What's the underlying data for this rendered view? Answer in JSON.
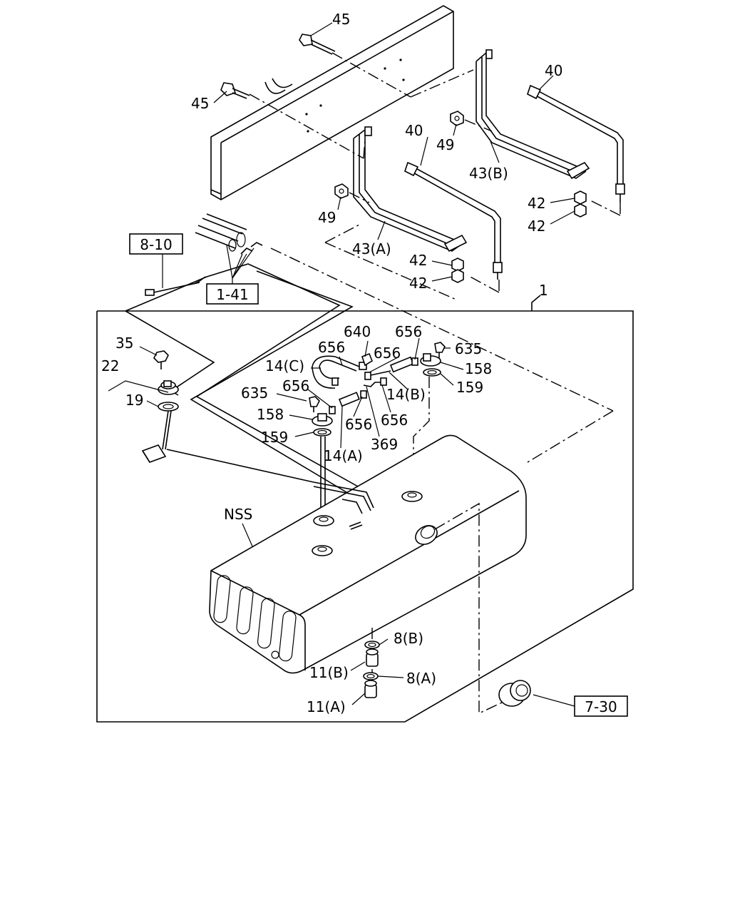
{
  "labels": {
    "p45a": "45",
    "p45b": "45",
    "p40a": "40",
    "p40b": "40",
    "p49a": "49",
    "p49b": "49",
    "p43b": "43(B)",
    "p43a": "43(A)",
    "p42a": "42",
    "p42b": "42",
    "p42c": "42",
    "p42d": "42",
    "p1": "1",
    "p35": "35",
    "p22": "22",
    "p19": "19",
    "p640": "640",
    "p656a": "656",
    "p656b": "656",
    "p656c": "656",
    "p656d": "656",
    "p656e": "656",
    "p656f": "656",
    "p14c": "14(C)",
    "p14b": "14(B)",
    "p14a": "14(A)",
    "p635a": "635",
    "p635b": "635",
    "p158a": "158",
    "p158b": "158",
    "p159a": "159",
    "p159b": "159",
    "p369": "369",
    "nss": "NSS",
    "p8b": "8(B)",
    "p8a": "8(A)",
    "p11b": "11(B)",
    "p11a": "11(A)"
  },
  "refs": {
    "r810": "8-10",
    "r141": "1-41",
    "r730": "7-30"
  }
}
